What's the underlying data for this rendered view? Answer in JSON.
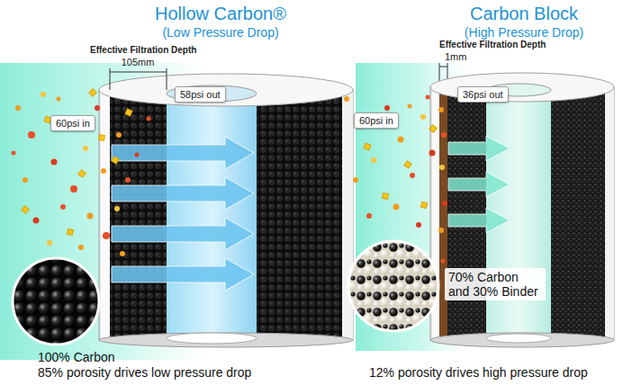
{
  "diagram": {
    "nodes": [
      {
        "text": [
          "60psi in"
        ]
      },
      {
        "text": [
          "58psi out"
        ]
      },
      {
        "text": [
          "60psi in"
        ]
      },
      {
        "text": [
          "36psi out"
        ]
      }
    ],
    "labels": [
      "Hollow Carbon®",
      "(Low Pressure Drop)",
      "Carbon Block",
      "(High Pressure Drop)",
      "Effective Filtration Depth",
      "105mm",
      "Effective Filtration Depth",
      "1mm",
      "100% Carbon",
      "85% porosity drives low pressure drop",
      "70% Carbon and 30% Binder",
      "12% porosity drives high pressure drop"
    ]
  }
}
